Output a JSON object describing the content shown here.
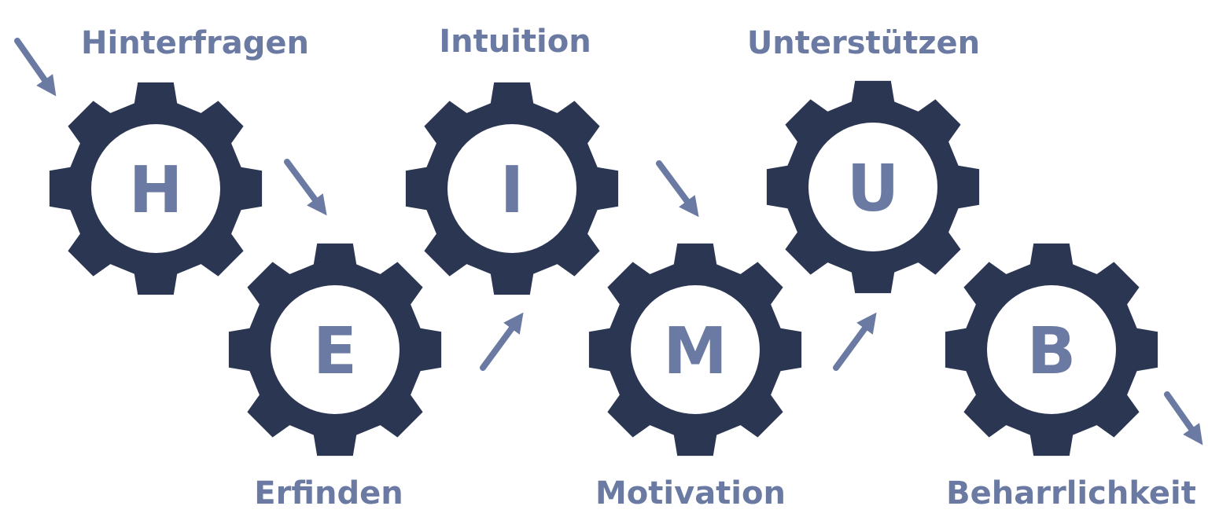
{
  "colors": {
    "gear": "#2b3653",
    "accent": "#6b7aa3",
    "background": "#ffffff"
  },
  "gears": [
    {
      "letter": "H",
      "label": "Hinterfragen"
    },
    {
      "letter": "E",
      "label": "Erfinden"
    },
    {
      "letter": "I",
      "label": "Intuition"
    },
    {
      "letter": "M",
      "label": "Motivation"
    },
    {
      "letter": "U",
      "label": "Unterstützen"
    },
    {
      "letter": "B",
      "label": "Beharrlichkeit"
    }
  ],
  "arrow_icon": "arrow-icon"
}
